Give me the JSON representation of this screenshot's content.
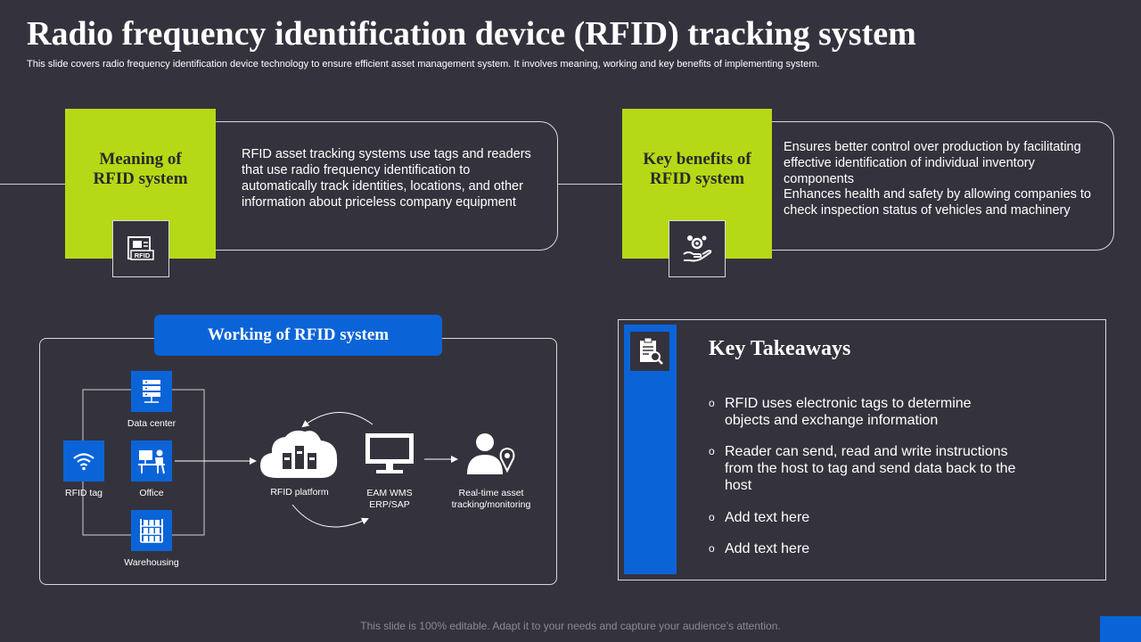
{
  "title": "Radio frequency identification device (RFID) tracking system",
  "subtitle": "This slide covers radio frequency identification device technology to ensure efficient asset management system. It involves meaning, working and key benefits of implementing system.",
  "meaning": {
    "heading": "Meaning of RFID system",
    "icon": "rfid-folder-icon",
    "icon_label": "RFID",
    "text": "RFID asset tracking systems use tags and readers that use radio frequency identification to automatically track identities, locations, and other information about priceless company equipment"
  },
  "benefits": {
    "heading": "Key benefits of RFID system",
    "icon": "hand-gear-icon",
    "items": [
      "Ensures better control over production by facilitating effective identification of individual inventory components",
      "Enhances health and safety by allowing companies to check inspection status of vehicles and machinery"
    ]
  },
  "working": {
    "heading": "Working of RFID system",
    "nodes": {
      "data_center": "Data center",
      "rfid_tag": "RFID  tag",
      "office": "Office",
      "warehousing": "Warehousing",
      "rfid_platform": "RFID  platform",
      "eam_line1": "EAM    WMS",
      "eam_line2": "ERP/SAP",
      "realtime_line1": "Real-time  asset",
      "realtime_line2": "tracking/monitoring"
    }
  },
  "takeaways": {
    "title": "Key Takeaways",
    "icon": "clipboard-search-icon",
    "bullet": "o",
    "items": [
      "RFID uses electronic tags to determine objects and exchange information",
      "Reader can send, read and write instructions from the host to tag and send data back to the host",
      "Add text here",
      "Add text here"
    ]
  },
  "footer": "This slide is 100% editable. Adapt it to your needs and capture your audience’s attention.",
  "colors": {
    "background": "#34333d",
    "green_accent": "#b5d916",
    "blue_accent": "#0a64d8"
  }
}
